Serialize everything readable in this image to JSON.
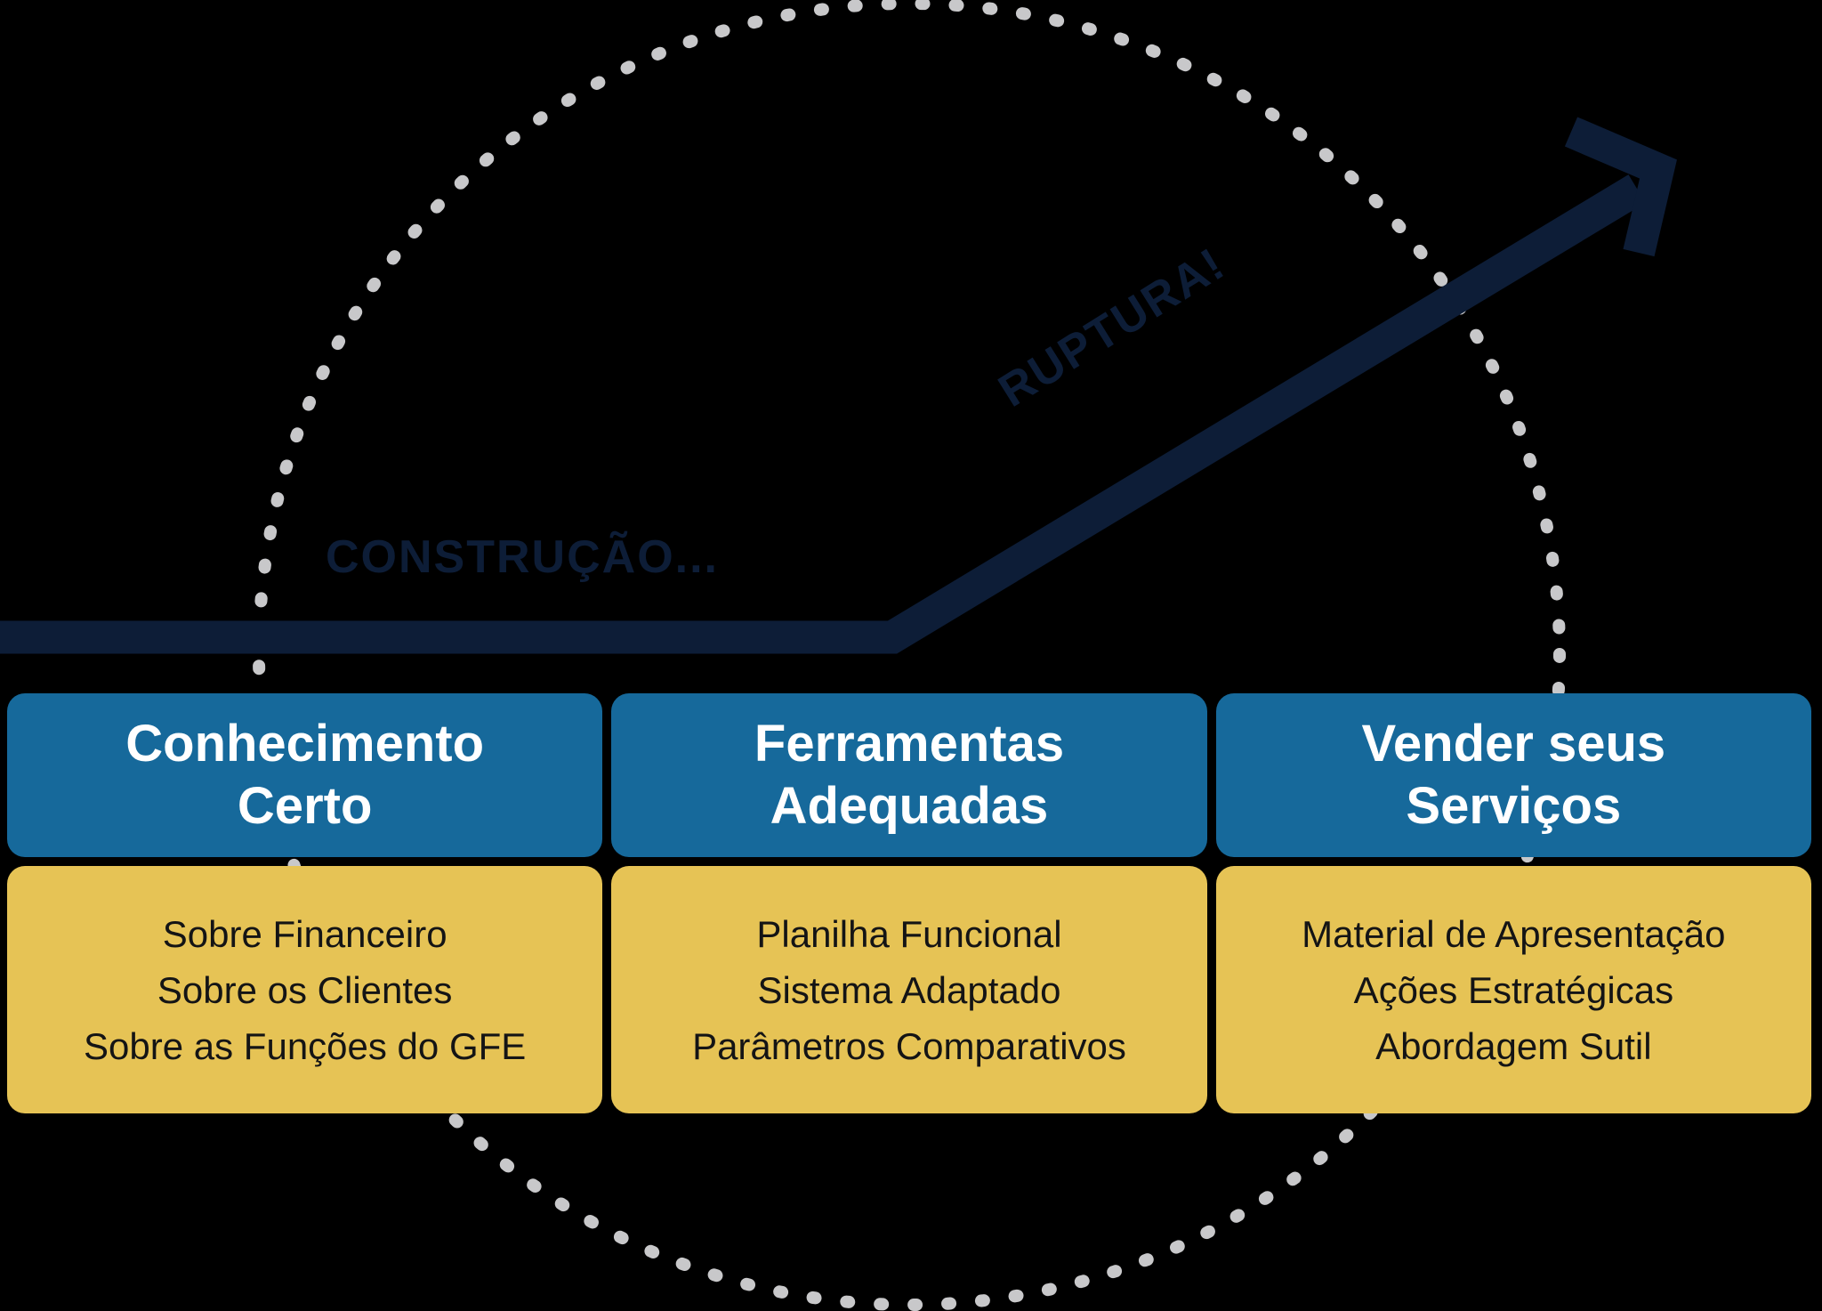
{
  "colors": {
    "bg": "#000000",
    "navy": "#0d1d37",
    "blue": "#16699b",
    "yellow": "#e6c355",
    "dot": "#c8c8ca",
    "white": "#ffffff",
    "ink": "#141415"
  },
  "flow": {
    "construction_label": "CONSTRUÇÃO...",
    "rupture_label": "RUPTURA!"
  },
  "columns": [
    {
      "title_lines": [
        "Conhecimento",
        "Certo"
      ],
      "items": [
        "Sobre Financeiro",
        "Sobre os Clientes",
        "Sobre as Funções do GFE"
      ]
    },
    {
      "title_lines": [
        "Ferramentas",
        "Adequadas"
      ],
      "items": [
        "Planilha Funcional",
        "Sistema Adaptado",
        "Parâmetros Comparativos"
      ]
    },
    {
      "title_lines": [
        "Vender seus",
        "Serviços"
      ],
      "items": [
        "Material de Apresentação",
        "Ações Estratégicas",
        "Abordagem Sutil"
      ]
    }
  ]
}
